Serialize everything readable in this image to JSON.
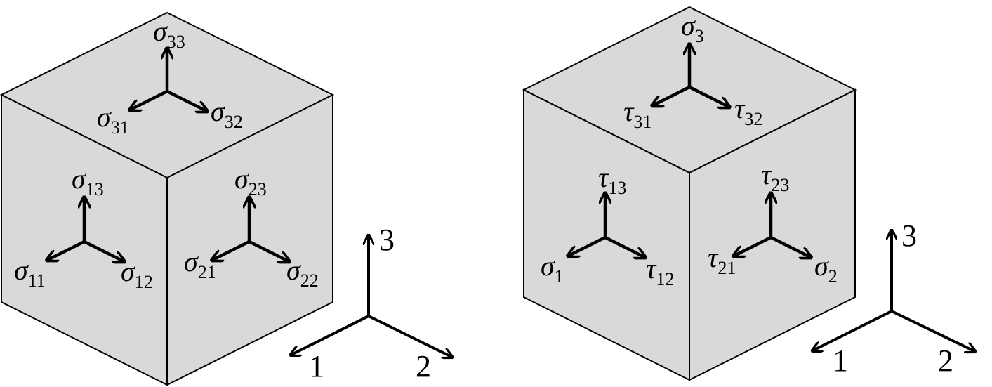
{
  "left_cube": {
    "top": {
      "a3": {
        "sym": "σ",
        "sub": "33"
      },
      "a1": {
        "sym": "σ",
        "sub": "31"
      },
      "a2": {
        "sym": "σ",
        "sub": "32"
      }
    },
    "front": {
      "a3": {
        "sym": "σ",
        "sub": "13"
      },
      "a1": {
        "sym": "σ",
        "sub": "11"
      },
      "a2": {
        "sym": "σ",
        "sub": "12"
      }
    },
    "right": {
      "a3": {
        "sym": "σ",
        "sub": "23"
      },
      "a1": {
        "sym": "σ",
        "sub": "21"
      },
      "a2": {
        "sym": "σ",
        "sub": "22"
      }
    }
  },
  "right_cube": {
    "top": {
      "a3": {
        "sym": "σ",
        "sub": "3"
      },
      "a1": {
        "sym": "τ",
        "sub": "31"
      },
      "a2": {
        "sym": "τ",
        "sub": "32"
      }
    },
    "front": {
      "a3": {
        "sym": "τ",
        "sub": "13"
      },
      "a1": {
        "sym": "σ",
        "sub": "1"
      },
      "a2": {
        "sym": "τ",
        "sub": "12"
      }
    },
    "right": {
      "a3": {
        "sym": "τ",
        "sub": "23"
      },
      "a1": {
        "sym": "τ",
        "sub": "21"
      },
      "a2": {
        "sym": "σ",
        "sub": "2"
      }
    }
  },
  "axes": {
    "x1": "1",
    "x2": "2",
    "x3": "3"
  },
  "colors": {
    "face": "#d9d9d9",
    "edge": "#000000",
    "background": "#ffffff"
  }
}
